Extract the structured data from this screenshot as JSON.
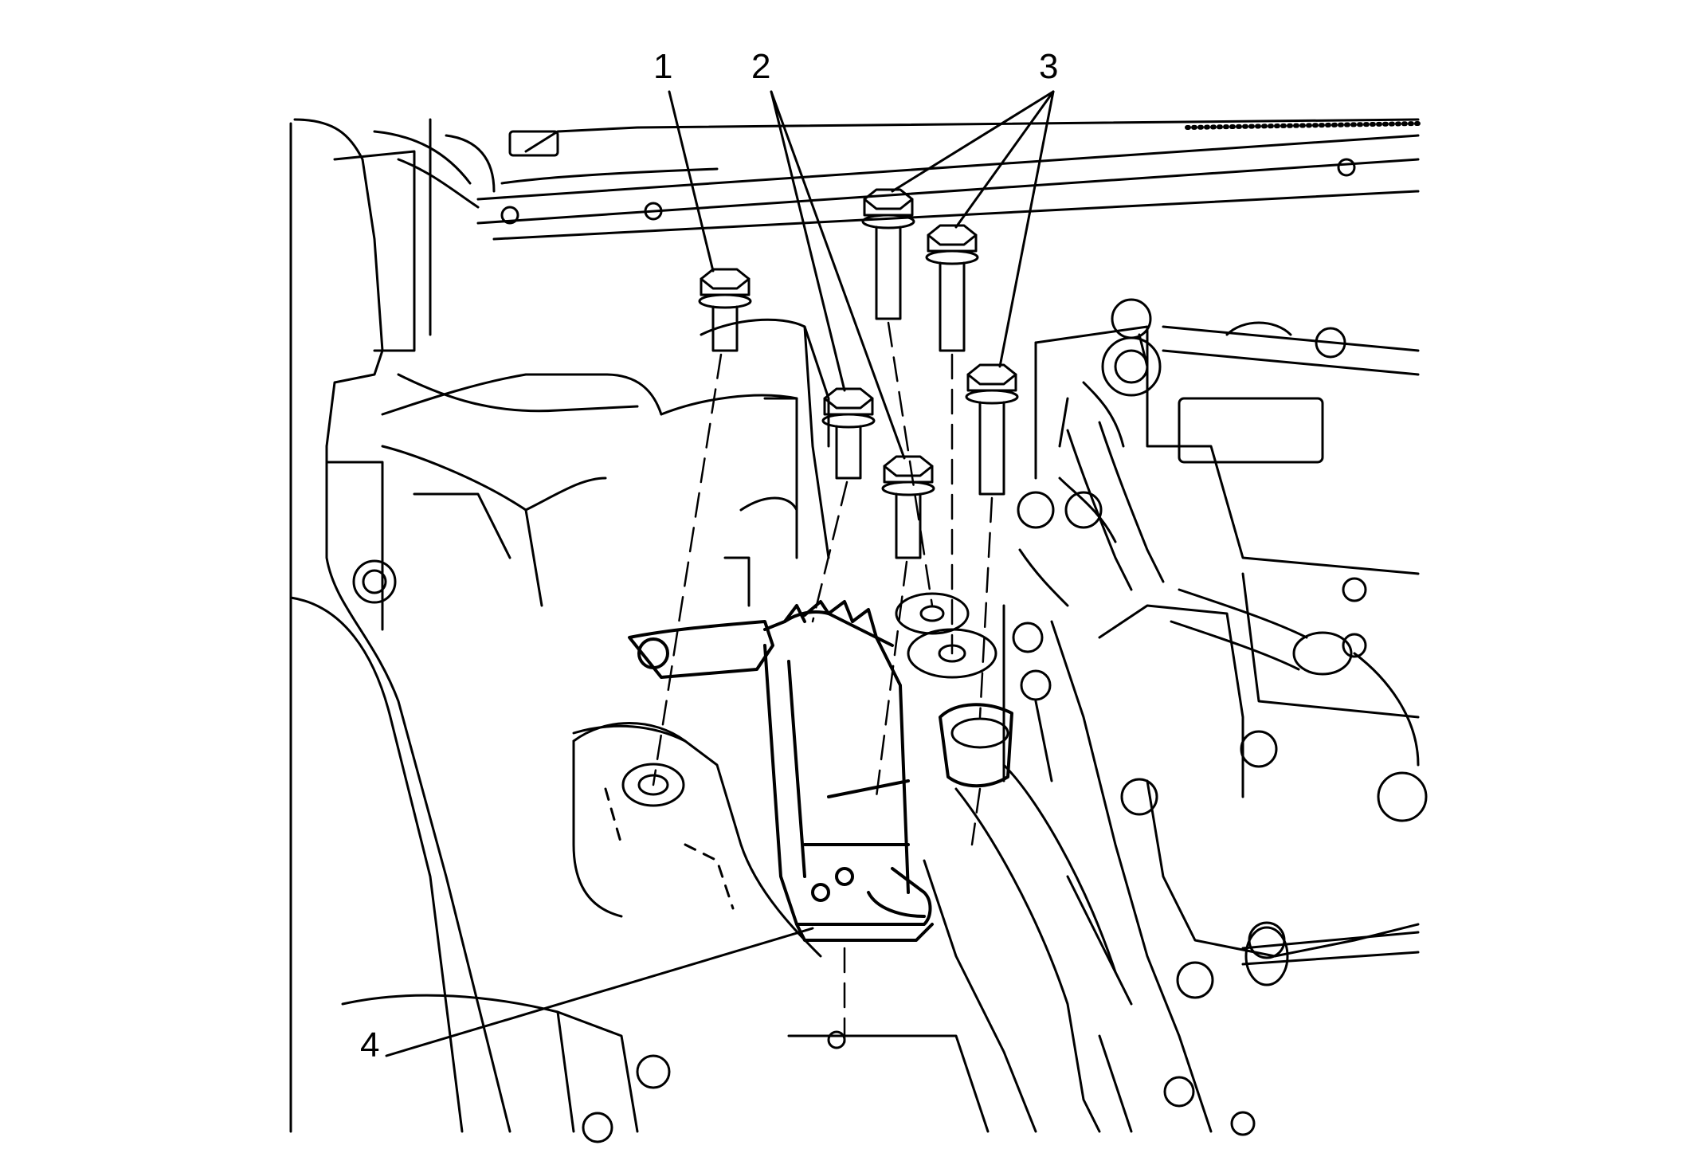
{
  "figure": {
    "background": "#ffffff",
    "line_color": "#000000"
  },
  "callouts": [
    {
      "id": "1",
      "label": "1"
    },
    {
      "id": "2",
      "label": "2"
    },
    {
      "id": "3",
      "label": "3"
    },
    {
      "id": "4",
      "label": "4"
    }
  ]
}
